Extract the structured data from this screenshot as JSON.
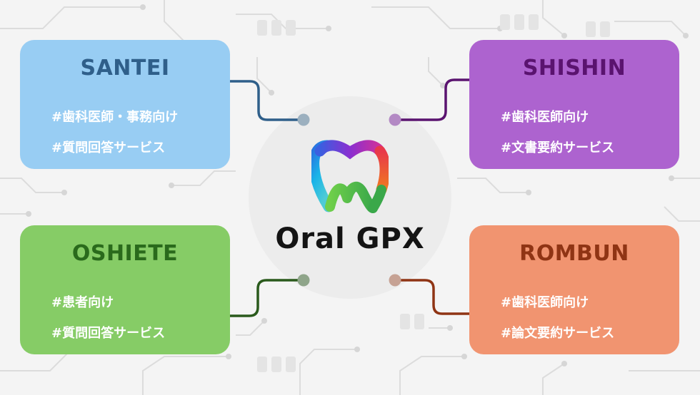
{
  "brand": {
    "name": "Oral GPX"
  },
  "cards": {
    "santei": {
      "title": "SANTEI",
      "tag1": "#歯科医師・事務向け",
      "tag2": "#質問回答サービス"
    },
    "shishin": {
      "title": "SHISHIN",
      "tag1": "#歯科医師向け",
      "tag2": "#文書要約サービス"
    },
    "oshiete": {
      "title": "OSHIETE",
      "tag1": "#患者向け",
      "tag2": "#質問回答サービス"
    },
    "rombun": {
      "title": "ROMBUN",
      "tag1": "#歯科医師向け",
      "tag2": "#論文要約サービス"
    }
  },
  "colors": {
    "santei": "#98cdf3",
    "santei_wire": "#2f5f8a",
    "shishin": "#ad63cf",
    "shishin_wire": "#5a136f",
    "oshiete": "#86cc66",
    "oshiete_wire": "#2a5a1c",
    "rombun": "#f19470",
    "rombun_wire": "#8f3414",
    "background": "#f4f4f4"
  },
  "icons": {
    "logo": "tooth-logo-icon"
  }
}
